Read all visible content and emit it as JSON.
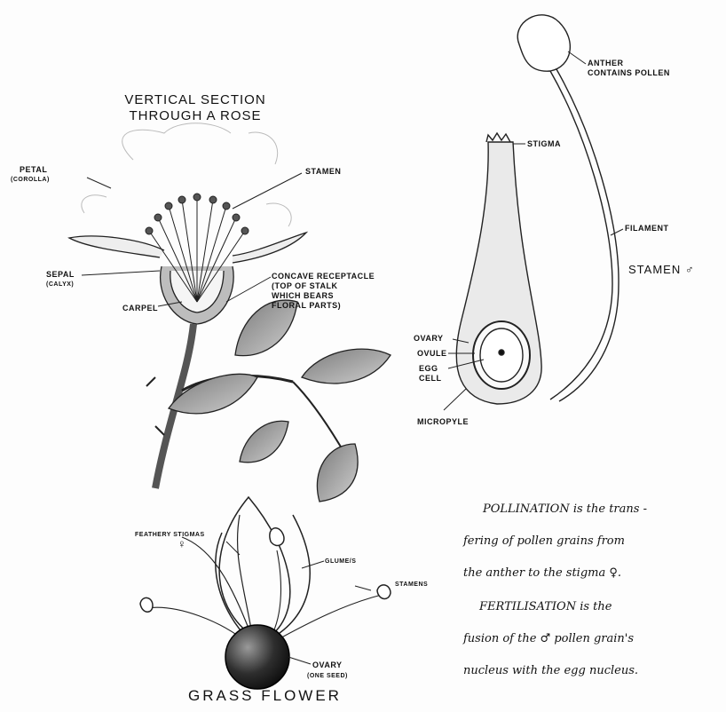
{
  "rose": {
    "title_line1": "VERTICAL SECTION",
    "title_line2": "THROUGH A ROSE",
    "petal": "PETAL",
    "petal_sub": "(COROLLA)",
    "stamen": "STAMEN",
    "sepal": "SEPAL",
    "sepal_sub": "(CALYX)",
    "carpel": "CARPEL",
    "receptacle_line1": "CONCAVE RECEPTACLE",
    "receptacle_line2": "(TOP OF STALK",
    "receptacle_line3": "WHICH BEARS",
    "receptacle_line4": "FLORAL PARTS)"
  },
  "carpel_diagram": {
    "stigma": "STIGMA",
    "ovary": "OVARY",
    "ovule": "OVULE",
    "egg_line1": "EGG",
    "egg_line2": "CELL",
    "micropyle": "MICROPYLE"
  },
  "stamen_diagram": {
    "anther_line1": "ANTHER",
    "anther_line2": "CONTAINS POLLEN",
    "filament": "FILAMENT",
    "title": "STAMEN ♂"
  },
  "grass": {
    "feathery": "FEATHERY STIGMAS",
    "female_symbol": "♀",
    "glume": "GLUME/S",
    "stamens": "STAMENS",
    "ovary": "OVARY",
    "ovary_sub": "(ONE SEED)",
    "title": "GRASS FLOWER"
  },
  "notes": {
    "line1": "POLLINATION is the trans -",
    "line2": "fering of pollen grains from",
    "line3": "the anther to the stigma ♀.",
    "line4": "FERTILISATION is the",
    "line5": "fusion of the ♂ pollen grain's",
    "line6": "nucleus with the egg nucleus."
  }
}
